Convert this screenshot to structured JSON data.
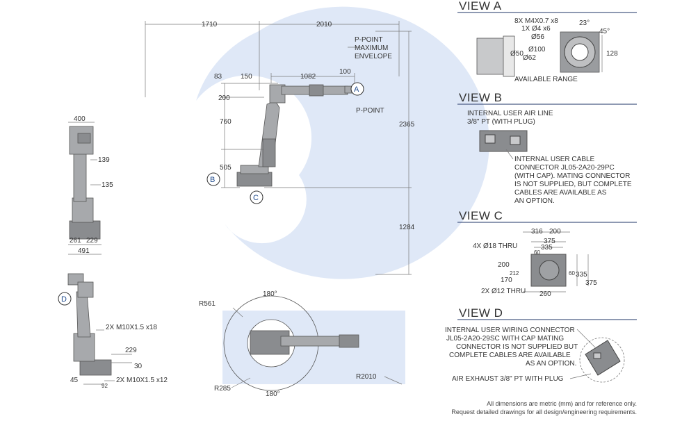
{
  "views": {
    "a": {
      "title": "VIEW A",
      "labels": [
        "8X M4X0.7 x8",
        "1X Ø4 x6",
        "Ø56",
        "23°",
        "45°",
        "Ø100",
        "Ø50",
        "Ø62",
        "128",
        "AVAILABLE RANGE"
      ]
    },
    "b": {
      "title": "VIEW B",
      "air_line": [
        "INTERNAL USER AIR LINE",
        "3/8\" PT (WITH PLUG)"
      ],
      "cable": [
        "INTERNAL USER CABLE",
        "CONNECTOR JL05-2A20-29PC",
        "(WITH CAP). MATING CONNECTOR",
        "IS NOT SUPPLIED, BUT COMPLETE",
        "CABLES ARE AVAILABLE AS",
        "AN OPTION."
      ]
    },
    "c": {
      "title": "VIEW C",
      "labels": [
        "316",
        "200",
        "375",
        "335",
        "60",
        "4X Ø18 THRU",
        "200",
        "212",
        "170",
        "60",
        "335",
        "375",
        "2X Ø12 THRU",
        "260"
      ]
    },
    "d": {
      "title": "VIEW D",
      "wiring": [
        "INTERNAL USER WIRING CONNECTOR",
        "JL05-2A20-29SC WITH CAP MATING",
        "CONNECTOR IS NOT SUPPLIED BUT",
        "COMPLETE CABLES ARE AVAILABLE",
        "AS AN OPTION."
      ],
      "air_exhaust": "AIR EXHAUST 3/8\" PT WITH PLUG"
    }
  },
  "side_view": {
    "labels": [
      "1710",
      "2010",
      "P-POINT",
      "MAXIMUM",
      "ENVELOPE",
      "83",
      "150",
      "1082",
      "100",
      "200",
      "760",
      "505",
      "P-POINT",
      "2365",
      "1284"
    ],
    "callouts": [
      "A",
      "B",
      "C"
    ]
  },
  "front_view": {
    "labels": [
      "400",
      "139",
      "135",
      "261",
      "229",
      "491"
    ]
  },
  "rear_view": {
    "callout": "D",
    "labels": [
      "2X M10X1.5 x18",
      "229",
      "30",
      "45",
      "92",
      "2X M10X1.5 x12"
    ]
  },
  "top_view": {
    "labels": [
      "180°",
      "R561",
      "R285",
      "180°",
      "R2010"
    ]
  },
  "footer": [
    "All dimensions are metric (mm) and for reference only.",
    "Request detailed drawings for all design/engineering requirements."
  ]
}
